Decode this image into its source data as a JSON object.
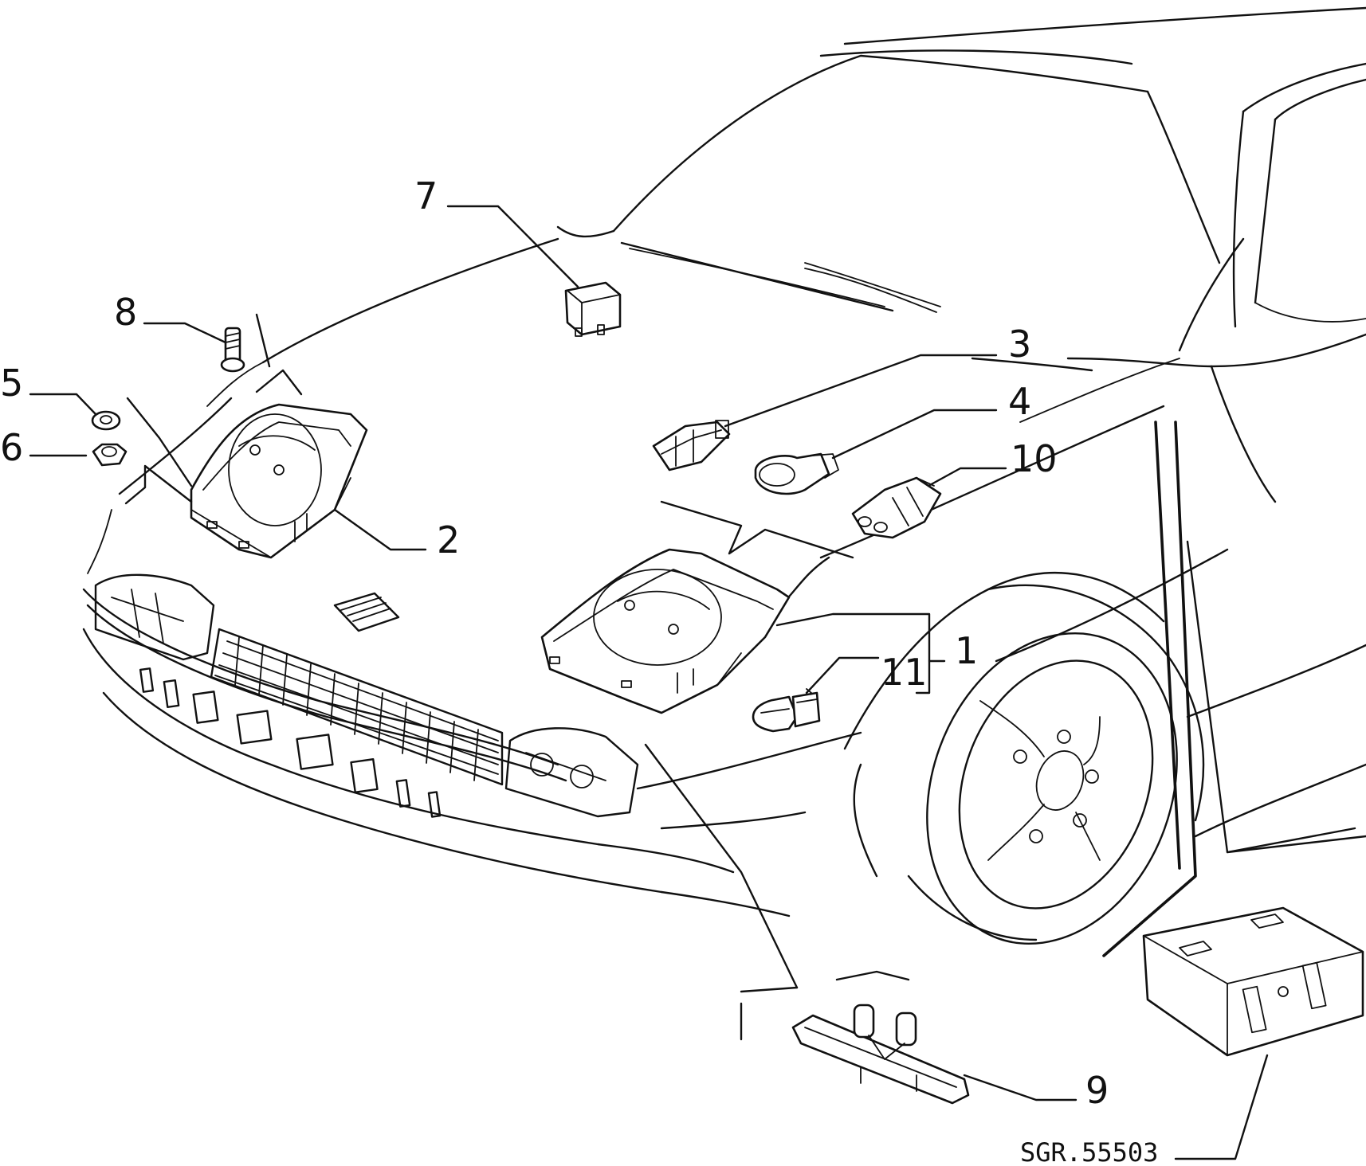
{
  "diagram": {
    "callouts": [
      {
        "id": "c1",
        "label": "1",
        "part": "headlight-assembly-right"
      },
      {
        "id": "c2",
        "label": "2",
        "part": "headlight-assembly-left"
      },
      {
        "id": "c3",
        "label": "3",
        "part": "connector-3"
      },
      {
        "id": "c4",
        "label": "4",
        "part": "bulb-holder-connector"
      },
      {
        "id": "c5",
        "label": "5",
        "part": "washer"
      },
      {
        "id": "c6",
        "label": "6",
        "part": "nut"
      },
      {
        "id": "c7",
        "label": "7",
        "part": "relay"
      },
      {
        "id": "c8",
        "label": "8",
        "part": "bolt"
      },
      {
        "id": "c9",
        "label": "9",
        "part": "bracket-with-studs"
      },
      {
        "id": "c10",
        "label": "10",
        "part": "connector-10"
      },
      {
        "id": "c11",
        "label": "11",
        "part": "halogen-bulb"
      }
    ],
    "reference_code": "SGR.55503"
  }
}
